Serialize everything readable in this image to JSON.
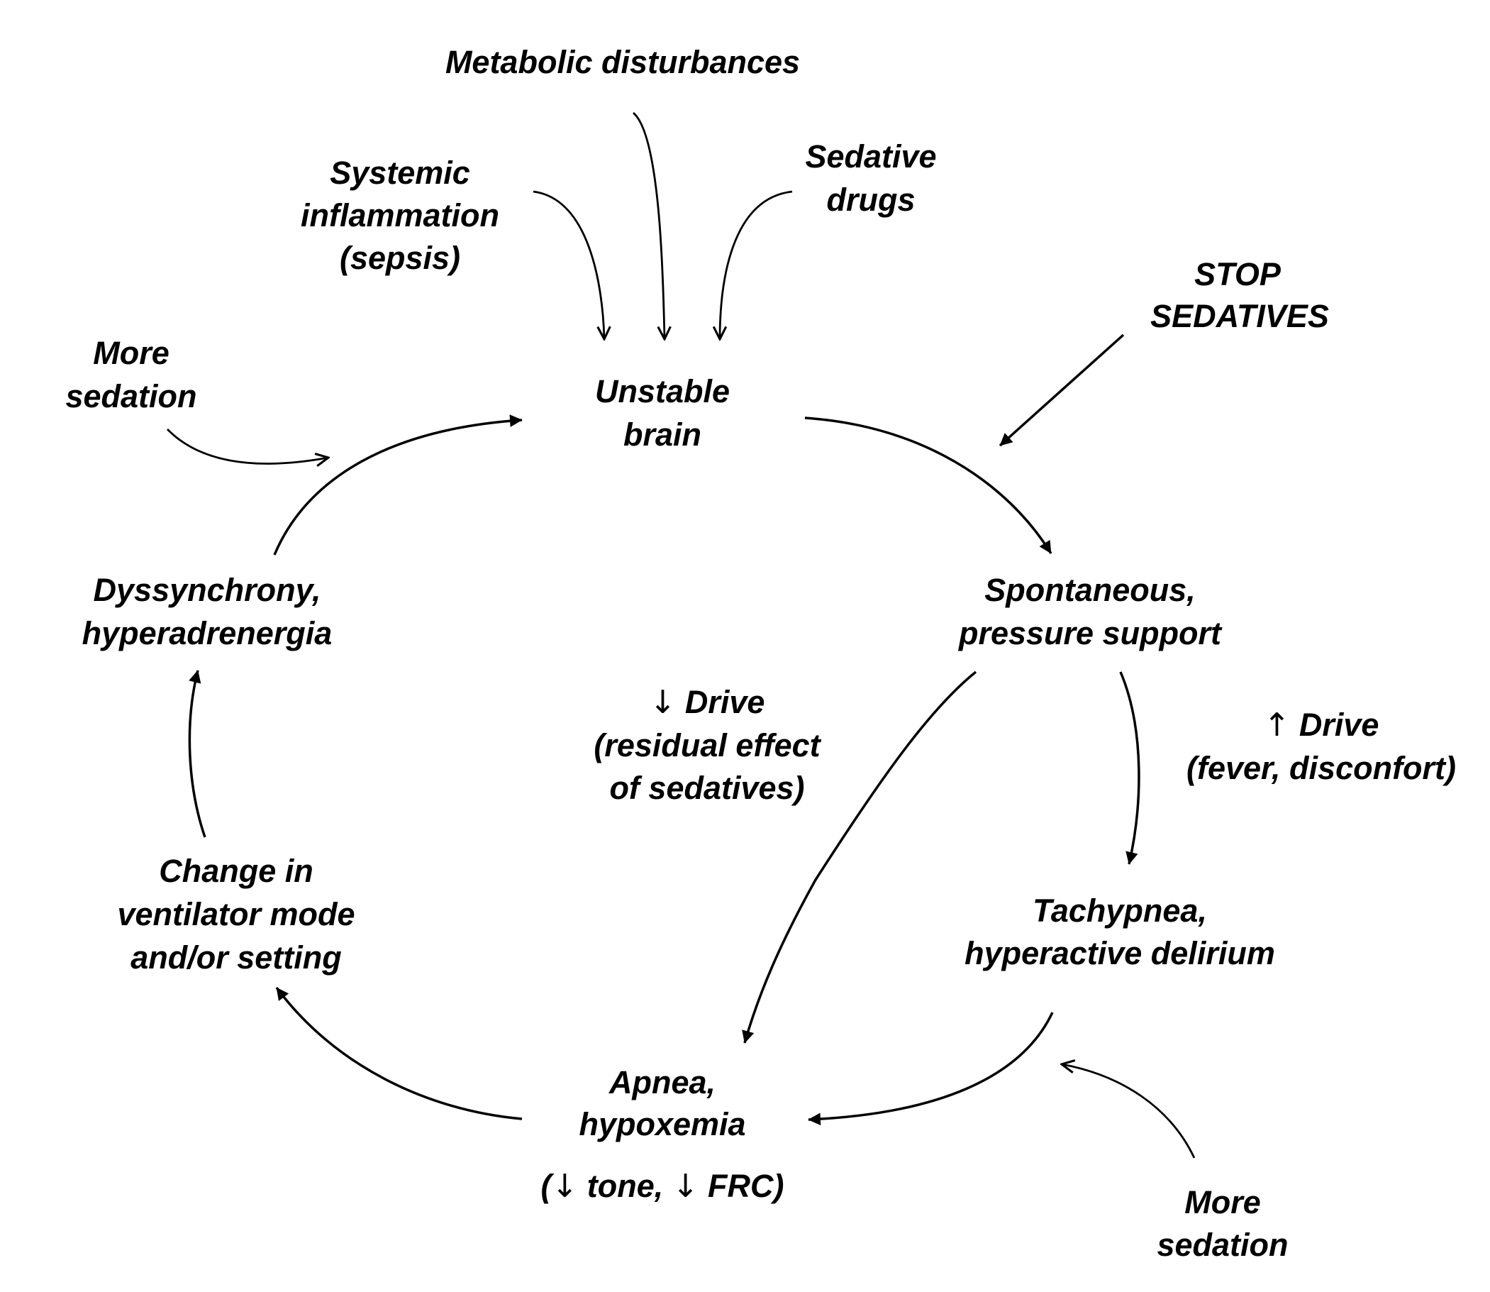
{
  "diagram": {
    "type": "cycle flow diagram",
    "nodes": {
      "unstable_brain": [
        "Unstable",
        "brain"
      ],
      "spontaneous": [
        "Spontaneous,",
        "pressure support"
      ],
      "tachypnea": [
        "Tachypnea,",
        "hyperactive delirium"
      ],
      "apnea": [
        "Apnea,",
        "hypoxemia"
      ],
      "apnea_note": {
        "arrow1": "↓",
        "text1": " tone, ",
        "arrow2": "↓",
        "text2": " FRC)",
        "open": "("
      },
      "change_mode": [
        "Change in",
        "ventilator mode",
        "and/or setting"
      ],
      "dyssynchrony": [
        "Dyssynchrony,",
        "hyperadrenergia"
      ]
    },
    "inputs": {
      "metabolic": "Metabolic disturbances",
      "systemic": [
        "Systemic",
        "inflammation",
        "(sepsis)"
      ],
      "sedative_drugs": [
        "Sedative",
        "drugs"
      ],
      "stop_sedatives": [
        "STOP",
        "SEDATIVES"
      ],
      "more_sedation_left": [
        "More",
        "sedation"
      ],
      "more_sedation_right": [
        "More",
        "sedation"
      ]
    },
    "edge_labels": {
      "decreased_drive": {
        "arrow": "↓",
        "title": " Drive",
        "lines": [
          "(residual effect",
          "of sedatives)"
        ]
      },
      "increased_drive": {
        "arrow": "↑",
        "title": " Drive",
        "lines": [
          "(fever, disconfort)"
        ]
      }
    },
    "edges": [
      {
        "from": "Unstable brain",
        "to": "Spontaneous, pressure support"
      },
      {
        "from": "Spontaneous, pressure support",
        "to": "Tachypnea, hyperactive delirium",
        "label": "↑ Drive"
      },
      {
        "from": "Spontaneous, pressure support",
        "to": "Apnea, hypoxemia",
        "label": "↓ Drive"
      },
      {
        "from": "Tachypnea, hyperactive delirium",
        "to": "Apnea, hypoxemia"
      },
      {
        "from": "Apnea, hypoxemia",
        "to": "Change in ventilator mode and/or setting"
      },
      {
        "from": "Change in ventilator mode and/or setting",
        "to": "Dyssynchrony, hyperadrenergia"
      },
      {
        "from": "Dyssynchrony, hyperadrenergia",
        "to": "Unstable brain"
      },
      {
        "from": "Metabolic disturbances",
        "to": "Unstable brain"
      },
      {
        "from": "Systemic inflammation (sepsis)",
        "to": "Unstable brain"
      },
      {
        "from": "Sedative drugs",
        "to": "Unstable brain"
      },
      {
        "from": "STOP SEDATIVES",
        "to": "Unstable brain → Spontaneous edge"
      },
      {
        "from": "More sedation",
        "to": "Dyssynchrony → Unstable brain edge"
      },
      {
        "from": "More sedation",
        "to": "Tachypnea → Apnea edge"
      }
    ]
  }
}
